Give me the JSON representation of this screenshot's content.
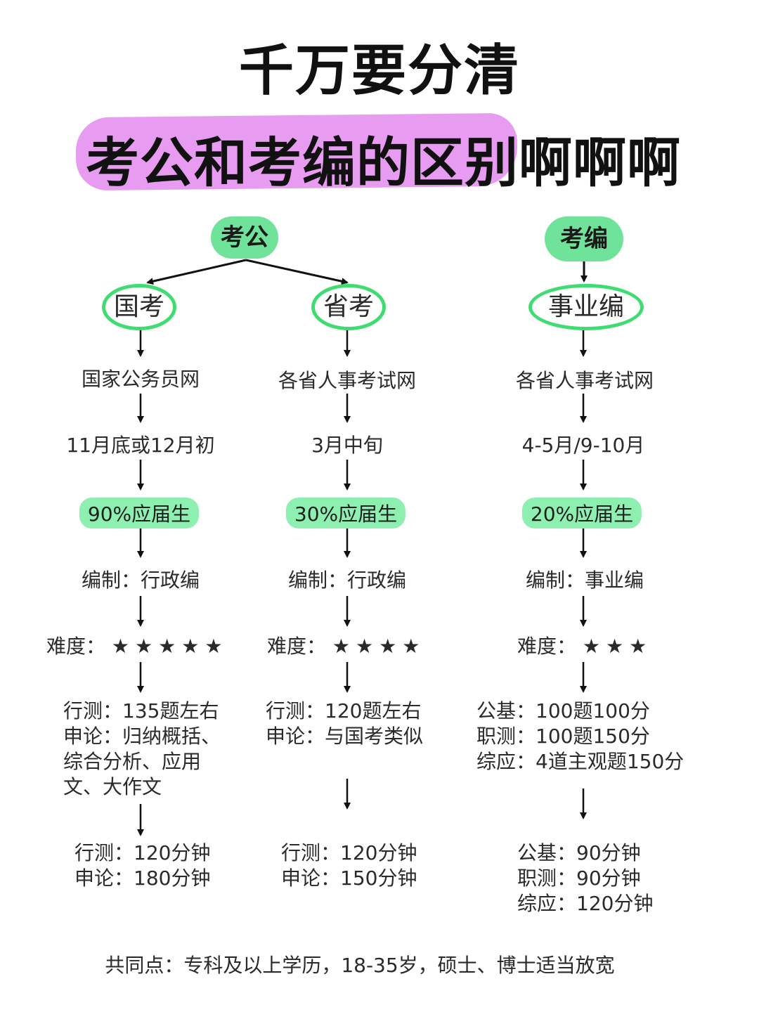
{
  "header": {
    "title_line1": "千万要分清",
    "title_line2": "考公和考编的区别啊啊啊"
  },
  "branches": {
    "kaogong": {
      "label": "考公"
    },
    "kaobian": {
      "label": "考编"
    }
  },
  "columns": [
    {
      "name": "国考",
      "website": "国家公务员网",
      "time": "11月底或12月初",
      "fresh_grad": "90%应届生",
      "staffing": "编制：行政编",
      "difficulty_label": "难度：",
      "difficulty_stars": "★★★★★",
      "difficulty_level": 5,
      "content_lines": [
        "行测：135题左右",
        "申论：归纳概括、",
        "综合分析、应用",
        "文、大作文"
      ],
      "duration_lines": [
        "行测：120分钟",
        "申论：180分钟"
      ]
    },
    {
      "name": "省考",
      "website": "各省人事考试网",
      "time": "3月中旬",
      "fresh_grad": "30%应届生",
      "staffing": "编制：行政编",
      "difficulty_label": "难度：",
      "difficulty_stars": "★★★★",
      "difficulty_level": 4,
      "content_lines": [
        "行测：120题左右",
        "申论：与国考类似"
      ],
      "duration_lines": [
        "行测：120分钟",
        "申论：150分钟"
      ]
    },
    {
      "name": "事业编",
      "website": "各省人事考试网",
      "time": "4-5月/9-10月",
      "fresh_grad": "20%应届生",
      "staffing": "编制：事业编",
      "difficulty_label": "难度：",
      "difficulty_stars": "★★★",
      "difficulty_level": 3,
      "content_lines": [
        "公基：100题100分",
        "职测：100题150分",
        "综应：4道主观题150分"
      ],
      "duration_lines": [
        "公基：90分钟",
        "职测：90分钟",
        "综应：120分钟"
      ]
    }
  ],
  "footer": {
    "common": "共同点：专科及以上学历，18-35岁，硕士、博士适当放宽"
  },
  "colors": {
    "title_highlight": "#e79cf1",
    "green_pill": "#6fe39a",
    "green_circle": "#3fdc72",
    "green_highlight": "#8ef0b0"
  }
}
